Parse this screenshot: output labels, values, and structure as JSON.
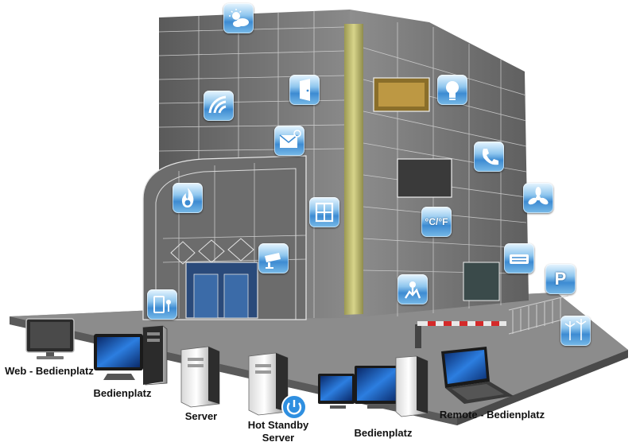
{
  "labels": {
    "web_station": "Web - Bedienplatz",
    "station_1": "Bedienplatz",
    "server": "Server",
    "standby_line1": "Hot Standby",
    "standby_line2": "Server",
    "station_2": "Bedienplatz",
    "remote_station": "Remote - Bedienplatz"
  },
  "icon_text": {
    "temperature": "°C/°F",
    "parking": "P"
  },
  "icons": [
    "weather-icon",
    "door-icon",
    "lighting-icon",
    "satellite-icon",
    "mail-icon",
    "phone-icon",
    "fire-icon",
    "window-icon",
    "temperature-icon",
    "fan-icon",
    "camera-icon",
    "ventilation-icon",
    "parking-icon",
    "access-control-icon",
    "alarm-icon",
    "wind-power-icon",
    "power-button-icon"
  ],
  "colors": {
    "tile_top": "#e9f6ff",
    "tile_mid": "#3d8bd2",
    "building": "#6d6d6d",
    "elevator_shaft": "#c9c76a",
    "screen": "#1f5fb8",
    "power_button": "#2f8fe0"
  }
}
